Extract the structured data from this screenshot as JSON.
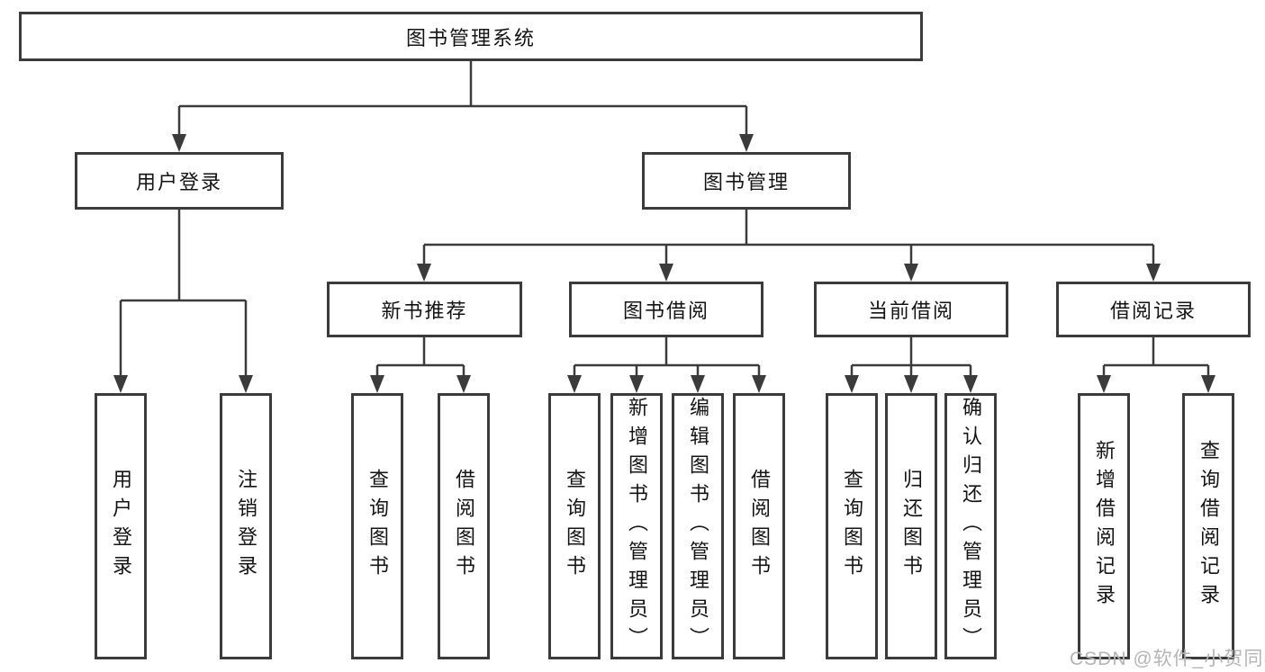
{
  "diagram": {
    "type": "tree",
    "title": "图书管理系统",
    "colors": {
      "line": "#3b3b3b",
      "box_border": "#3b3b3b",
      "box_background": "#ffffff",
      "text": "#141414",
      "watermark": "#b5b5b5",
      "page_background": "#ffffff"
    },
    "nodes": {
      "root": {
        "label": "图书管理系统"
      },
      "user_login": {
        "label": "用户登录"
      },
      "book_mgmt": {
        "label": "图书管理"
      },
      "new_book_rec": {
        "label": "新书推荐"
      },
      "book_borrow": {
        "label": "图书借阅"
      },
      "current_borrow": {
        "label": "当前借阅"
      },
      "borrow_records": {
        "label": "借阅记录"
      },
      "ul_login": {
        "label": "用户登录"
      },
      "ul_logout": {
        "label": "注销登录"
      },
      "nbr_query": {
        "label": "查询图书"
      },
      "nbr_borrow": {
        "label": "借阅图书"
      },
      "bb_query": {
        "label": "查询图书"
      },
      "bb_add": {
        "label": "新增图书（管理员）"
      },
      "bb_edit": {
        "label": "编辑图书（管理员）"
      },
      "bb_borrow": {
        "label": "借阅图书"
      },
      "cb_query": {
        "label": "查询图书"
      },
      "cb_return": {
        "label": "归还图书"
      },
      "cb_confirm": {
        "label": "确认归还（管理员）"
      },
      "br_add": {
        "label": "新增借阅记录"
      },
      "br_query": {
        "label": "查询借阅记录"
      }
    },
    "edges": [
      {
        "from": "root",
        "to": "user_login"
      },
      {
        "from": "root",
        "to": "book_mgmt"
      },
      {
        "from": "user_login",
        "to": "ul_login"
      },
      {
        "from": "user_login",
        "to": "ul_logout"
      },
      {
        "from": "book_mgmt",
        "to": "new_book_rec"
      },
      {
        "from": "book_mgmt",
        "to": "book_borrow"
      },
      {
        "from": "book_mgmt",
        "to": "current_borrow"
      },
      {
        "from": "book_mgmt",
        "to": "borrow_records"
      },
      {
        "from": "new_book_rec",
        "to": "nbr_query"
      },
      {
        "from": "new_book_rec",
        "to": "nbr_borrow"
      },
      {
        "from": "book_borrow",
        "to": "bb_query"
      },
      {
        "from": "book_borrow",
        "to": "bb_add"
      },
      {
        "from": "book_borrow",
        "to": "bb_edit"
      },
      {
        "from": "book_borrow",
        "to": "bb_borrow"
      },
      {
        "from": "current_borrow",
        "to": "cb_query"
      },
      {
        "from": "current_borrow",
        "to": "cb_return"
      },
      {
        "from": "current_borrow",
        "to": "cb_confirm"
      },
      {
        "from": "borrow_records",
        "to": "br_add"
      },
      {
        "from": "borrow_records",
        "to": "br_query"
      }
    ],
    "watermark": "CSDN @软件_小贺同学"
  }
}
